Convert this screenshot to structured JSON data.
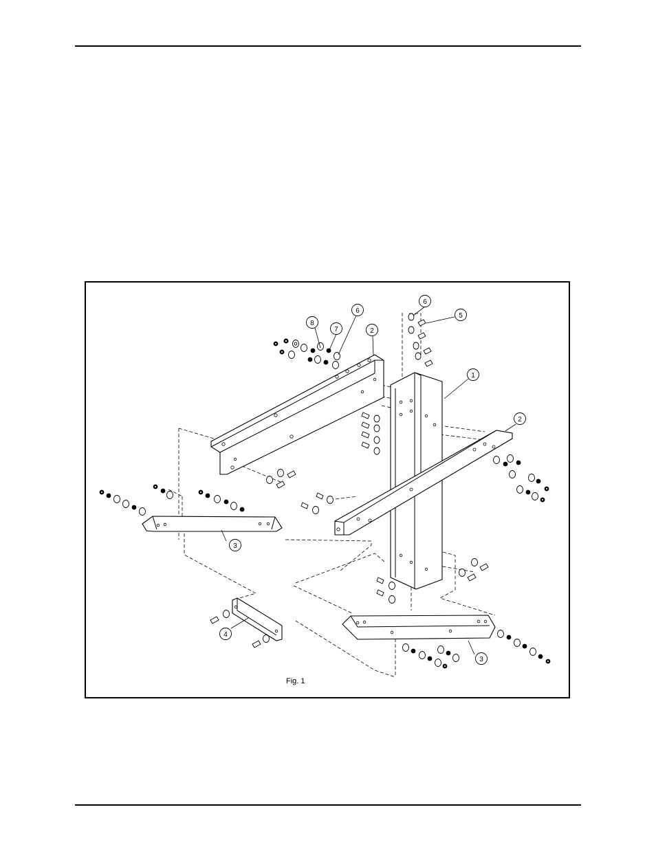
{
  "figure": {
    "caption": "Fig. 1",
    "callouts": [
      "1",
      "2",
      "2",
      "3",
      "3",
      "4",
      "5",
      "6",
      "6",
      "7",
      "8"
    ]
  }
}
